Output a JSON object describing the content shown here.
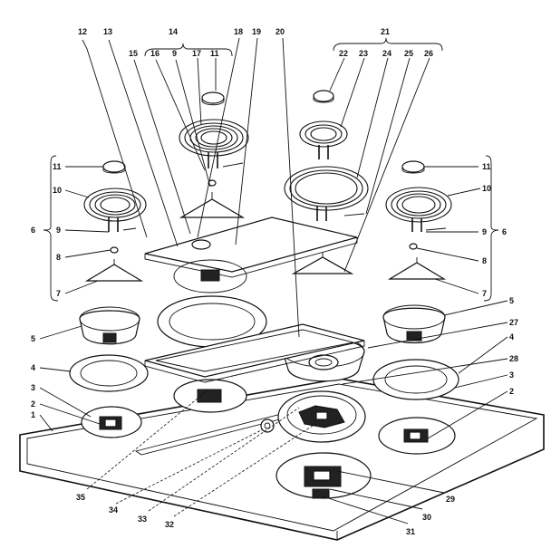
{
  "labels": [
    {
      "id": "l12",
      "text": "12"
    },
    {
      "id": "l13",
      "text": "13"
    },
    {
      "id": "l14",
      "text": "14"
    },
    {
      "id": "l15",
      "text": "15"
    },
    {
      "id": "l16",
      "text": "16"
    },
    {
      "id": "l9a",
      "text": "9"
    },
    {
      "id": "l17",
      "text": "17"
    },
    {
      "id": "l11a",
      "text": "11"
    },
    {
      "id": "l18",
      "text": "18"
    },
    {
      "id": "l19",
      "text": "19"
    },
    {
      "id": "l20",
      "text": "20"
    },
    {
      "id": "l21",
      "text": "21"
    },
    {
      "id": "l22",
      "text": "22"
    },
    {
      "id": "l23",
      "text": "23"
    },
    {
      "id": "l24",
      "text": "24"
    },
    {
      "id": "l25",
      "text": "25"
    },
    {
      "id": "l26",
      "text": "26"
    },
    {
      "id": "l11b",
      "text": "11"
    },
    {
      "id": "l11c",
      "text": "11"
    },
    {
      "id": "l10a",
      "text": "10"
    },
    {
      "id": "l10b",
      "text": "10"
    },
    {
      "id": "l6a",
      "text": "6"
    },
    {
      "id": "l6b",
      "text": "6"
    },
    {
      "id": "l9b",
      "text": "9"
    },
    {
      "id": "l9c",
      "text": "9"
    },
    {
      "id": "l8a",
      "text": "8"
    },
    {
      "id": "l8b",
      "text": "8"
    },
    {
      "id": "l7a",
      "text": "7"
    },
    {
      "id": "l7b",
      "text": "7"
    },
    {
      "id": "l5a",
      "text": "5"
    },
    {
      "id": "l5b",
      "text": "5"
    },
    {
      "id": "l27",
      "text": "27"
    },
    {
      "id": "l4a",
      "text": "4"
    },
    {
      "id": "l4b",
      "text": "4"
    },
    {
      "id": "l28",
      "text": "28"
    },
    {
      "id": "l3a",
      "text": "3"
    },
    {
      "id": "l3b",
      "text": "3"
    },
    {
      "id": "l2a",
      "text": "2"
    },
    {
      "id": "l2b",
      "text": "2"
    },
    {
      "id": "l1",
      "text": "1"
    },
    {
      "id": "l35",
      "text": "35"
    },
    {
      "id": "l34",
      "text": "34"
    },
    {
      "id": "l33",
      "text": "33"
    },
    {
      "id": "l32",
      "text": "32"
    },
    {
      "id": "l29",
      "text": "29"
    },
    {
      "id": "l30",
      "text": "30"
    },
    {
      "id": "l31",
      "text": "31"
    }
  ]
}
